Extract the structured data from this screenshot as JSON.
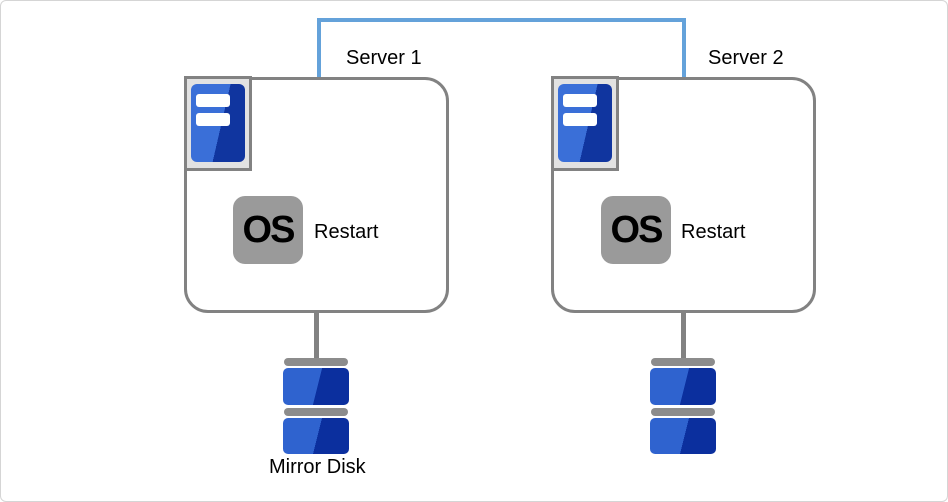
{
  "diagram": {
    "servers": [
      {
        "label": "Server 1",
        "os_badge": "OS",
        "action": "Restart"
      },
      {
        "label": "Server 2",
        "os_badge": "OS",
        "action": "Restart"
      }
    ],
    "disk_label": "Mirror Disk"
  },
  "icons": {
    "server": "server-tower-icon",
    "os": "os-badge-icon",
    "disk": "disk-stack-icon",
    "link": "interconnect-line"
  },
  "colors": {
    "link_blue": "#64a2da",
    "outline_gray": "#828282",
    "icon_panel_gray": "#e2e2e2",
    "tower_blue_light": "#3a6fd8",
    "tower_blue_dark": "#10359f",
    "disk_blue_light": "#2f63cf",
    "disk_blue_dark": "#0b2f9e",
    "disk_cap_gray": "#8c8c8c",
    "os_badge_gray": "#9a9a9a",
    "text": "#000000"
  }
}
